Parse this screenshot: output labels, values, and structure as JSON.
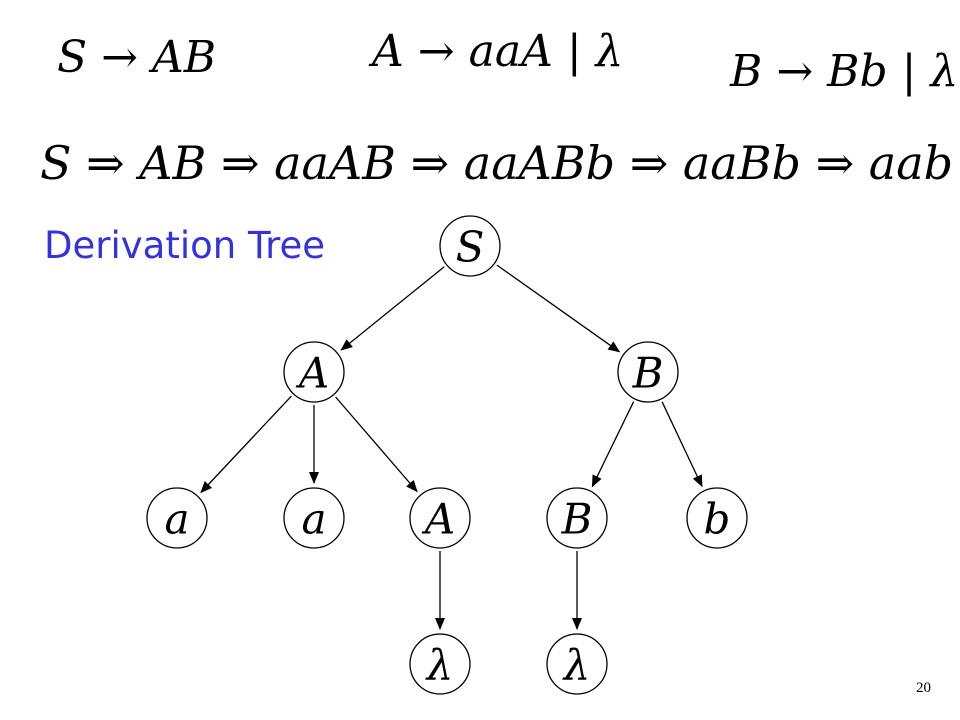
{
  "grammar": {
    "rules": [
      "S → AB",
      "A → aaA | λ",
      "B → Bb | λ"
    ],
    "derivation": "S ⇒ AB ⇒ aaAB ⇒ aaABb ⇒ aaBb ⇒ aab"
  },
  "tree": {
    "title": "Derivation Tree",
    "nodes": [
      {
        "id": "s",
        "label": "S"
      },
      {
        "id": "a1",
        "label": "A"
      },
      {
        "id": "b1",
        "label": "B"
      },
      {
        "id": "a",
        "label": "a"
      },
      {
        "id": "aa",
        "label": "a"
      },
      {
        "id": "a2",
        "label": "A"
      },
      {
        "id": "b2",
        "label": "B"
      },
      {
        "id": "b",
        "label": "b"
      },
      {
        "id": "l1",
        "label": "λ"
      },
      {
        "id": "l2",
        "label": "λ"
      }
    ],
    "edges": [
      {
        "from": "s",
        "to": "a1"
      },
      {
        "from": "s",
        "to": "b1"
      },
      {
        "from": "a1",
        "to": "a"
      },
      {
        "from": "a1",
        "to": "aa"
      },
      {
        "from": "a1",
        "to": "a2"
      },
      {
        "from": "b1",
        "to": "b2"
      },
      {
        "from": "b1",
        "to": "b"
      },
      {
        "from": "a2",
        "to": "l1"
      },
      {
        "from": "b2",
        "to": "l2"
      }
    ]
  },
  "page_number": "20"
}
